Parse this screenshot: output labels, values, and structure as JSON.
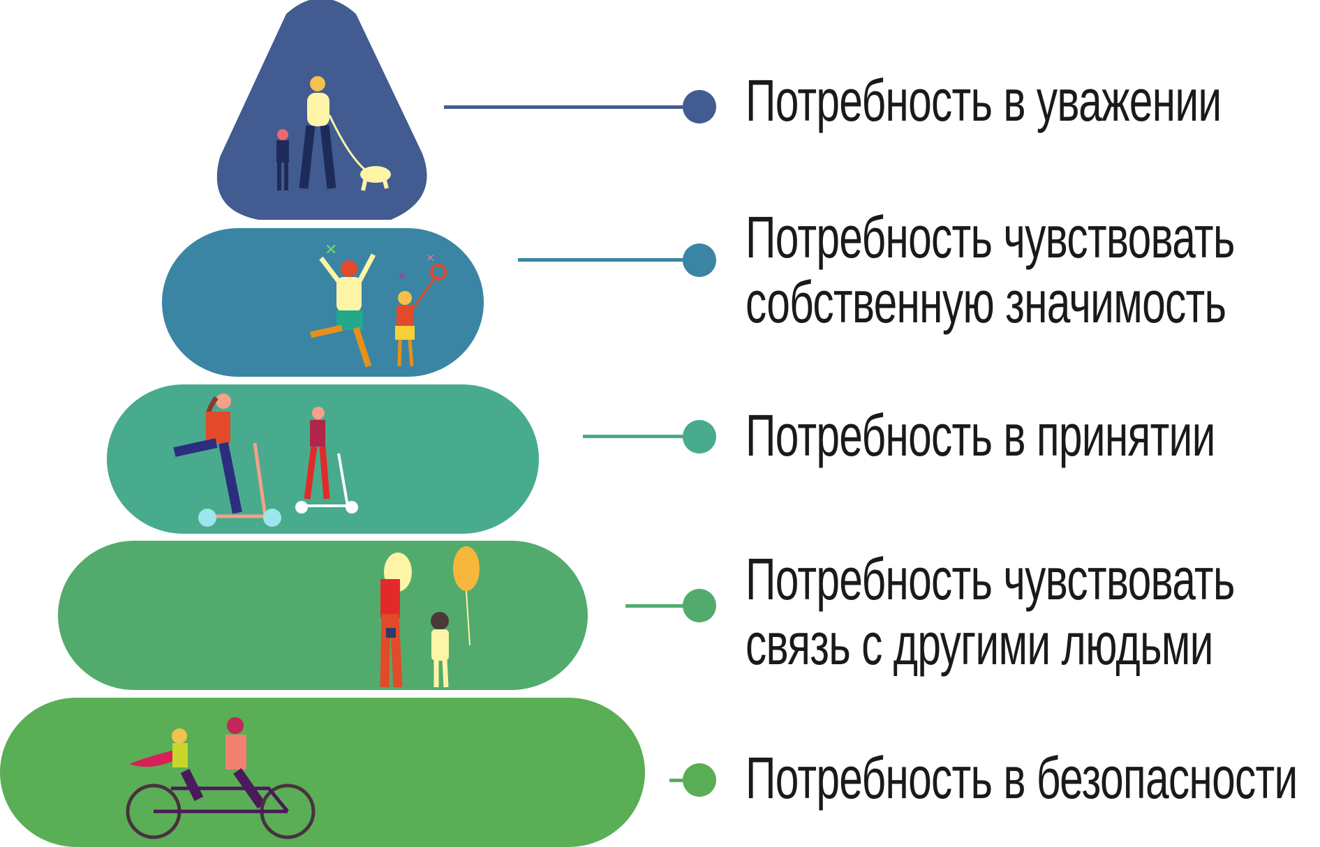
{
  "levels": [
    {
      "id": "respect",
      "label_lines": [
        "Потребность в уважении"
      ],
      "color": "#425b91",
      "illustration": "woman-child-dog-walk"
    },
    {
      "id": "significance",
      "label_lines": [
        "Потребность чувствовать",
        "собственную значимость"
      ],
      "color": "#3a85a3",
      "illustration": "jumping-with-butterfly-net"
    },
    {
      "id": "acceptance",
      "label_lines": [
        "Потребность в принятии"
      ],
      "color": "#48ab8d",
      "illustration": "riding-scooters"
    },
    {
      "id": "connection",
      "label_lines": [
        "Потребность чувствовать",
        "связь с другими людьми"
      ],
      "color": "#52ab6c",
      "illustration": "woman-child-balloon"
    },
    {
      "id": "safety",
      "label_lines": [
        "Потребность в безопасности"
      ],
      "color": "#5aae55",
      "illustration": "tandem-bicycle"
    }
  ]
}
